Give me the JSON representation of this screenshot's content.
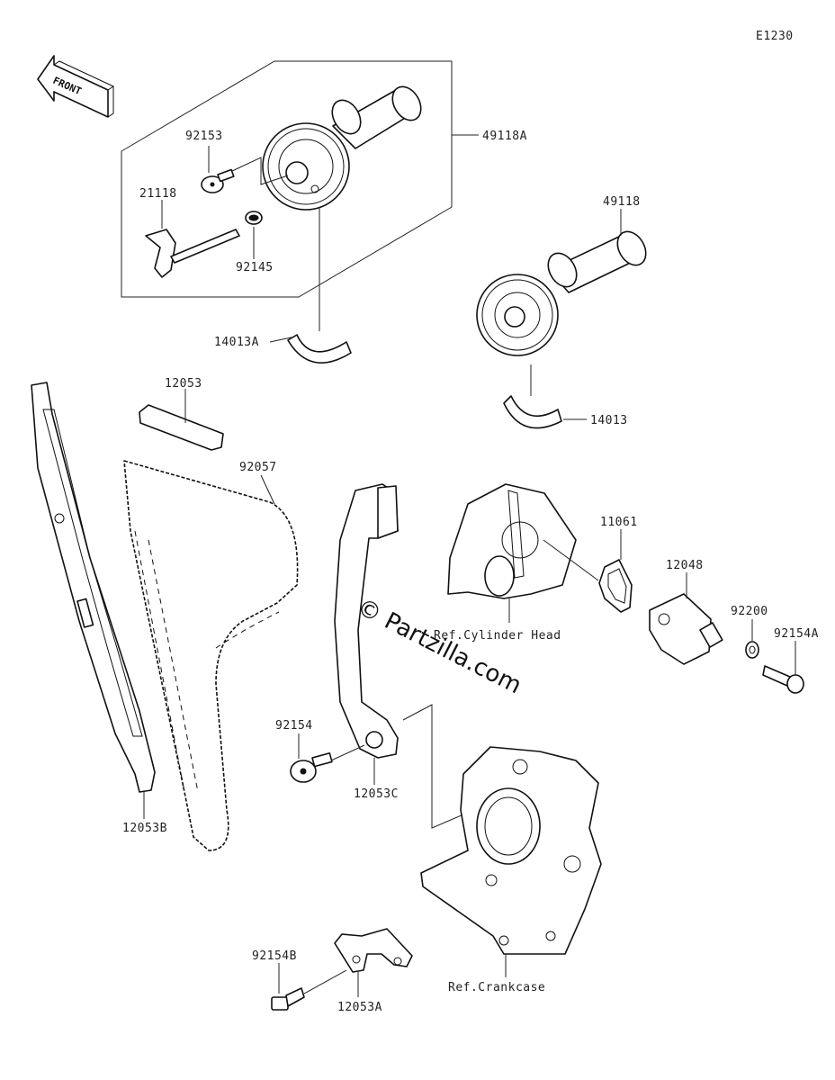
{
  "diagram_id": "E1230",
  "front_label": "FRONT",
  "watermark": "© Partzilla.com",
  "parts": {
    "p49118A": "49118A",
    "p92153": "92153",
    "p21118": "21118",
    "p92145": "92145",
    "p14013A": "14013A",
    "p49118": "49118",
    "p14013": "14013",
    "p12053": "12053",
    "p92057": "92057",
    "p11061": "11061",
    "p12048": "12048",
    "p92200": "92200",
    "p92154A": "92154A",
    "p92154": "92154",
    "p12053C": "12053C",
    "p12053B": "12053B",
    "p92154B": "92154B",
    "p12053A": "12053A"
  },
  "refs": {
    "cylinder_head": "Ref.Cylinder Head",
    "crankcase": "Ref.Crankcase"
  }
}
